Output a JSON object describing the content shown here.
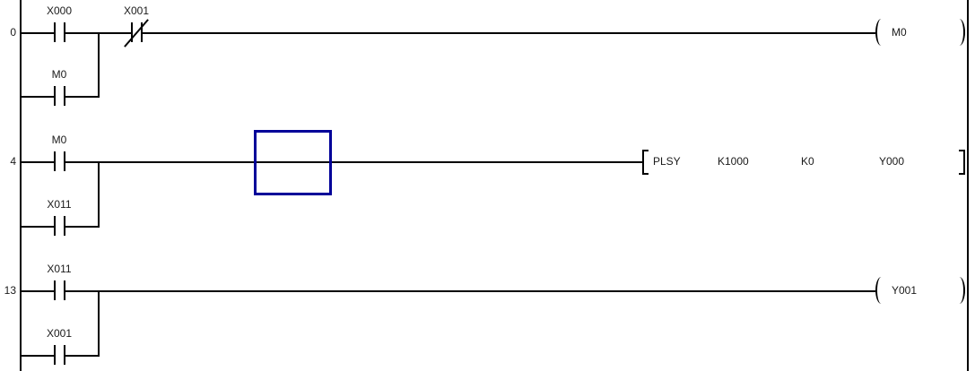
{
  "ladder": {
    "colors": {
      "line": "#000000",
      "text": "#1a1a1a",
      "background": "#ffffff",
      "cursor": "#000099"
    },
    "rungs": [
      {
        "step": "0",
        "contact_1": {
          "label": "X000",
          "type": "NO"
        },
        "contact_2": {
          "label": "X001",
          "type": "NC"
        },
        "parallel_contact": {
          "label": "M0",
          "type": "NO"
        },
        "coil": {
          "label": "M0"
        }
      },
      {
        "step": "4",
        "contact_1": {
          "label": "M0",
          "type": "NO"
        },
        "parallel_contact": {
          "label": "X011",
          "type": "NO"
        },
        "instruction": {
          "mnemonic": "PLSY",
          "operand_1": "K1000",
          "operand_2": "K0",
          "operand_3": "Y000"
        }
      },
      {
        "step": "13",
        "contact_1": {
          "label": "X011",
          "type": "NO"
        },
        "parallel_contact": {
          "label": "X001",
          "type": "NO"
        },
        "coil": {
          "label": "Y001"
        }
      }
    ]
  }
}
